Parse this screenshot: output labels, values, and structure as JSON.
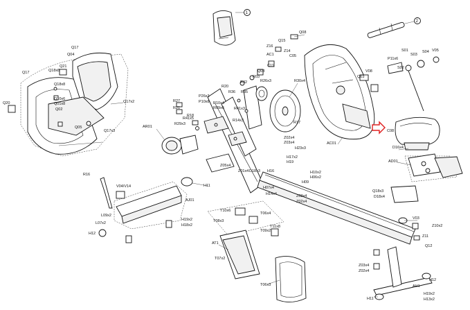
{
  "accent_color": "#e02020",
  "callouts": [
    "1",
    "2"
  ],
  "labels": {
    "seat": "C08",
    "q04": "Q04",
    "q17": "Q17",
    "q17b": "Q17",
    "q21": "Q21",
    "q18x8": "Q18x8",
    "q10x6": "Q10x6",
    "q01x8": "Q01x8",
    "q02": "Q02",
    "q20": "Q20",
    "q05": "Q05",
    "q17x2": "Q17x2",
    "q17x3": "Q17x3",
    "q08": "Q08",
    "q15": "Q15",
    "z16": "Z16",
    "z14": "Z14",
    "ac1": "AC1",
    "c05": "C05",
    "c11": "C11",
    "q08b": "Q08",
    "r32": "R32",
    "r03": "R03",
    "r26x3": "R26x3",
    "r30x4": "R30x4",
    "q03": "Q03",
    "v08": "V08",
    "r20": "R20",
    "r35": "R35",
    "r36": "R36",
    "p26x3": "P26x3",
    "p10x8": "P10x8",
    "r10x4": "R10x4",
    "r09x6": "R09x6",
    "r27": "R27",
    "r21": "R21",
    "r18": "R18",
    "r41x3": "R41x3",
    "r14x3": "R14x3",
    "r41x5": "R41x5",
    "r29x3": "R29x3",
    "ar01": "AR01",
    "r17": "R17",
    "p11x6": "P11x6",
    "s01": "S01",
    "s03": "S03",
    "s04": "S04",
    "v05": "V05",
    "s02": "S02",
    "ac01": "AC01",
    "d16x4": "D16x4",
    "ad01": "AD01",
    "q18x3": "Q18x3",
    "d18x4": "D18x4",
    "z02x4": "Z02x4",
    "z03x4": "Z03x4",
    "h23x3": "H23x3",
    "h17x2": "H17x2",
    "h19": "H19",
    "z05x4": "Z05x4",
    "z01x4": "Z01x4",
    "d18x3": "D18x3",
    "h16": "H16",
    "h10x2": "H10x2",
    "h06x2": "H06x2",
    "h09": "H09",
    "r16": "R16",
    "v04v14": "V04/V14",
    "h11": "H11",
    "aj01": "AJ01",
    "l09x2": "L09x2",
    "l07x2": "L07x2",
    "h12": "H12",
    "h19x2": "H19x2",
    "h18x2": "H18x2",
    "h07x4": "H07x4",
    "h14x4": "H14x4",
    "z03x4b": "Z03x4",
    "z02x4b": "Z02x4",
    "t10x6": "T10x6",
    "t08x3": "T08x3",
    "t06x4": "T06x4",
    "t11x8": "T11x8",
    "t09x2": "T09x2",
    "at1": "AT1",
    "t07x2": "T07x2",
    "t06x3": "T06x3",
    "v03": "V03",
    "z10x2": "Z10x2",
    "z11": "Z11",
    "q12": "Q12",
    "z03x4c": "Z03x4",
    "z02x4c": "Z02x4",
    "h12b": "H12",
    "ah1": "AH1",
    "h19x2b": "H19x2",
    "h13x2": "H13x2",
    "h11b": "H11"
  }
}
